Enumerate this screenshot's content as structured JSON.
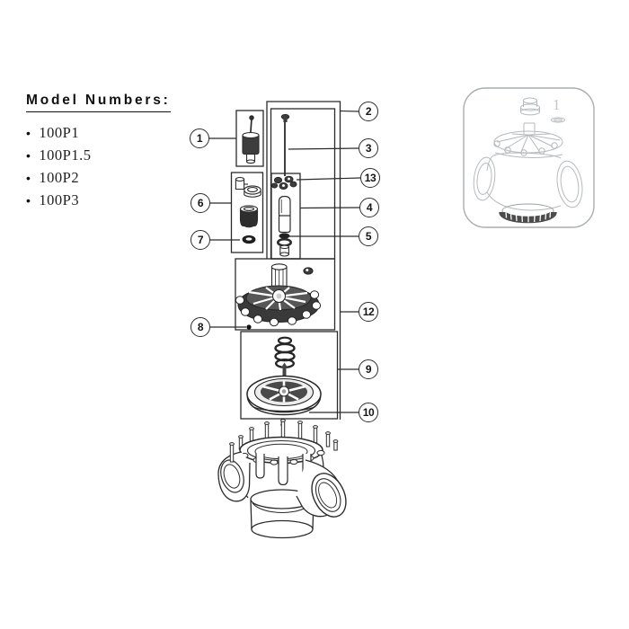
{
  "model_numbers": {
    "heading": "Model Numbers:",
    "bullet": "•",
    "items": [
      "100P1",
      "100P1.5",
      "100P2",
      "100P3"
    ]
  },
  "diagram": {
    "callouts": {
      "c1": "1",
      "c2": "2",
      "c3": "3",
      "c4": "4",
      "c5": "5",
      "c6": "6",
      "c7": "7",
      "c8": "8",
      "c9": "9",
      "c10": "10",
      "c12": "12",
      "c13": "13"
    },
    "inset_label": "1",
    "colors": {
      "ink": "#262626",
      "inset_ink": "#b4b8ba",
      "background": "#ffffff"
    }
  }
}
